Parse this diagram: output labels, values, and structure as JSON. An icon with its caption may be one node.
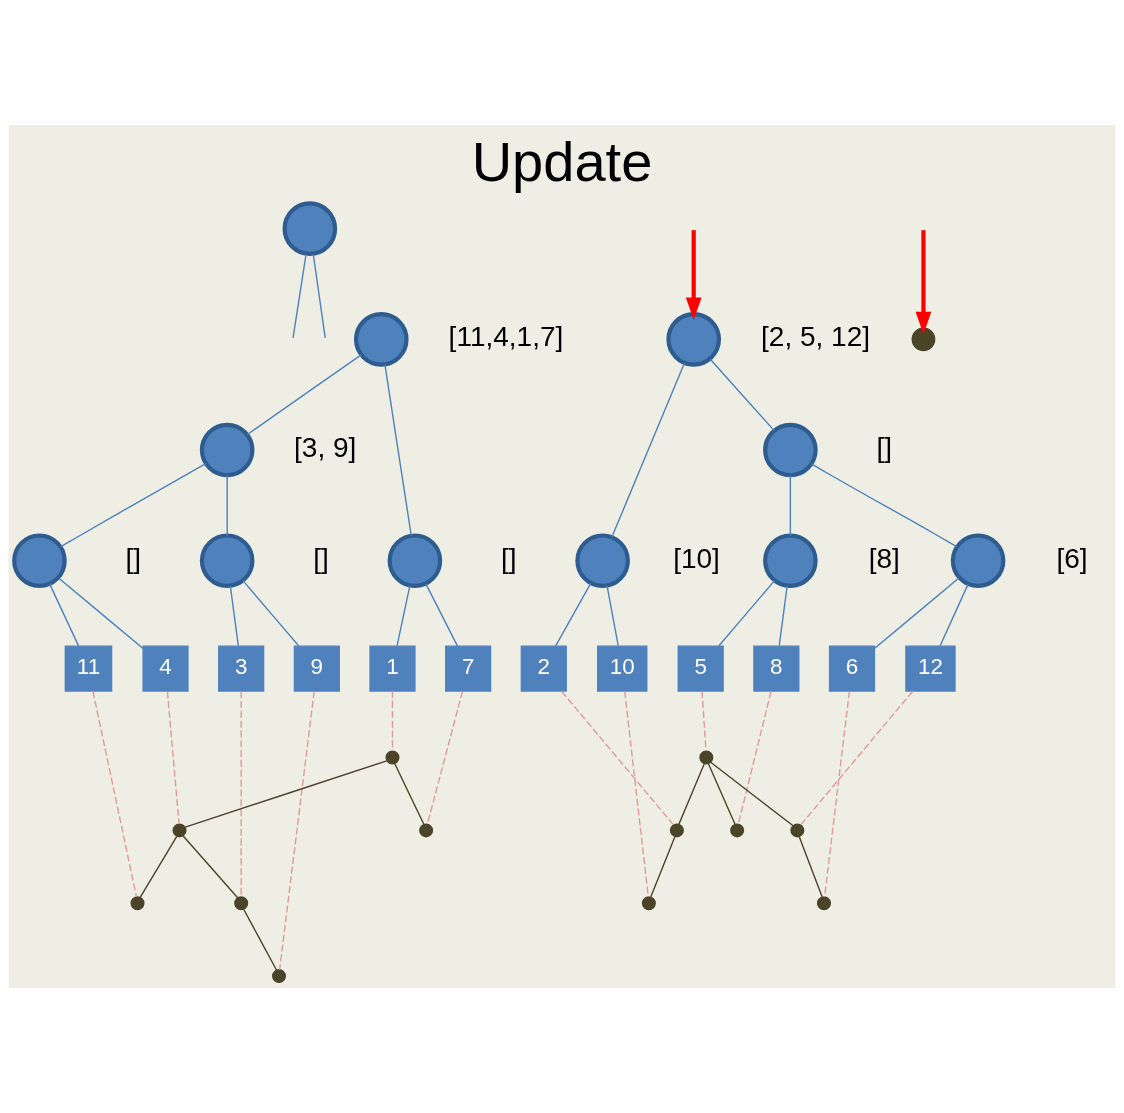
{
  "diagram": {
    "title": "Update",
    "nodes": [
      {
        "text": [],
        "shape": "circle"
      },
      {
        "text": [],
        "shape": "circle",
        "beside": [
          "[11,4,1,7]"
        ]
      },
      {
        "text": [],
        "shape": "circle",
        "beside": [
          "[3, 9]"
        ]
      },
      {
        "text": [],
        "shape": "circle",
        "beside": [
          "[]"
        ]
      },
      {
        "text": [],
        "shape": "circle",
        "beside": [
          "[]"
        ]
      },
      {
        "text": [],
        "shape": "circle",
        "beside": [
          "[]"
        ]
      },
      {
        "text": [],
        "shape": "circle",
        "beside": [
          "[2, 5, 12]"
        ]
      },
      {
        "text": [],
        "shape": "circle",
        "beside": [
          "[10]"
        ]
      },
      {
        "text": [],
        "shape": "circle",
        "beside": [
          "[]"
        ]
      },
      {
        "text": [],
        "shape": "circle",
        "beside": [
          "[8]"
        ]
      },
      {
        "text": [],
        "shape": "circle",
        "beside": [
          "[6]"
        ]
      },
      {
        "text": [
          "11"
        ]
      },
      {
        "text": [
          "4"
        ]
      },
      {
        "text": [
          "3"
        ]
      },
      {
        "text": [
          "9"
        ]
      },
      {
        "text": [
          "1"
        ]
      },
      {
        "text": [
          "7"
        ]
      },
      {
        "text": [
          "2"
        ]
      },
      {
        "text": [
          "10"
        ]
      },
      {
        "text": [
          "5"
        ]
      },
      {
        "text": [
          "8"
        ]
      },
      {
        "text": [
          "6"
        ]
      },
      {
        "text": [
          "12"
        ]
      },
      {
        "text": [],
        "shape": "circle"
      },
      {
        "text": [],
        "shape": "circle"
      },
      {
        "text": [],
        "shape": "circle"
      },
      {
        "text": [],
        "shape": "circle"
      },
      {
        "text": [],
        "shape": "circle"
      },
      {
        "text": [],
        "shape": "circle"
      },
      {
        "text": [],
        "shape": "circle"
      },
      {
        "text": [],
        "shape": "circle"
      },
      {
        "text": [],
        "shape": "circle"
      },
      {
        "text": [],
        "shape": "circle"
      },
      {
        "text": [],
        "shape": "circle"
      },
      {
        "text": [],
        "shape": "circle"
      },
      {
        "text": [],
        "shape": "circle"
      }
    ],
    "edges": [
      {
        "from": 0,
        "to": null,
        "arrow": "none"
      },
      {
        "from": 0,
        "to": null,
        "arrow": "none"
      },
      {
        "from": 1,
        "to": 2,
        "arrow": "none"
      },
      {
        "from": 1,
        "to": 3,
        "arrow": "none"
      },
      {
        "from": 2,
        "to": 4,
        "arrow": "none"
      },
      {
        "from": 2,
        "to": 5,
        "arrow": "none"
      },
      {
        "from": 4,
        "to": 11,
        "arrow": "none"
      },
      {
        "from": 4,
        "to": 12,
        "arrow": "none"
      },
      {
        "from": 5,
        "to": 13,
        "arrow": "none"
      },
      {
        "from": 5,
        "to": 14,
        "arrow": "none"
      },
      {
        "from": 3,
        "to": 15,
        "arrow": "none"
      },
      {
        "from": 3,
        "to": 16,
        "arrow": "none"
      },
      {
        "from": 6,
        "to": 7,
        "arrow": "none"
      },
      {
        "from": 6,
        "to": 8,
        "arrow": "none"
      },
      {
        "from": 7,
        "to": 17,
        "arrow": "none"
      },
      {
        "from": 7,
        "to": 18,
        "arrow": "none"
      },
      {
        "from": 8,
        "to": 9,
        "arrow": "none"
      },
      {
        "from": 8,
        "to": 10,
        "arrow": "none"
      },
      {
        "from": 9,
        "to": 19,
        "arrow": "none"
      },
      {
        "from": 9,
        "to": 20,
        "arrow": "none"
      },
      {
        "from": 10,
        "to": 21,
        "arrow": "none"
      },
      {
        "from": 10,
        "to": 22,
        "arrow": "none"
      },
      {
        "from": 11,
        "to": 23,
        "arrow": "none",
        "style": "dashed",
        "color": "#e09a9a"
      },
      {
        "from": 12,
        "to": 24,
        "arrow": "none",
        "style": "dashed",
        "color": "#e09a9a"
      },
      {
        "from": 13,
        "to": 25,
        "arrow": "none",
        "style": "dashed",
        "color": "#e09a9a"
      },
      {
        "from": 14,
        "to": 26,
        "arrow": "none",
        "style": "dashed",
        "color": "#e09a9a"
      },
      {
        "from": 15,
        "to": 27,
        "arrow": "none",
        "style": "dashed",
        "color": "#e09a9a"
      },
      {
        "from": 16,
        "to": 28,
        "arrow": "none",
        "style": "dashed",
        "color": "#e09a9a"
      },
      {
        "from": 17,
        "to": 29,
        "arrow": "none",
        "style": "dashed",
        "color": "#e09a9a"
      },
      {
        "from": 18,
        "to": 30,
        "arrow": "none",
        "style": "dashed",
        "color": "#e09a9a"
      },
      {
        "from": 19,
        "to": 31,
        "arrow": "none",
        "style": "dashed",
        "color": "#e09a9a"
      },
      {
        "from": 20,
        "to": 32,
        "arrow": "none",
        "style": "dashed",
        "color": "#e09a9a"
      },
      {
        "from": 21,
        "to": 33,
        "arrow": "none",
        "style": "dashed",
        "color": "#e09a9a"
      },
      {
        "from": 22,
        "to": 34,
        "arrow": "none",
        "style": "dashed",
        "color": "#e09a9a"
      },
      {
        "from": 27,
        "to": 24,
        "arrow": "none",
        "color": "#4a4428"
      },
      {
        "from": 27,
        "to": 28,
        "arrow": "none",
        "color": "#4a4428"
      },
      {
        "from": 24,
        "to": 23,
        "arrow": "none",
        "color": "#4a4428"
      },
      {
        "from": 24,
        "to": 25,
        "arrow": "none",
        "color": "#4a4428"
      },
      {
        "from": 25,
        "to": 26,
        "arrow": "none",
        "color": "#4a4428"
      },
      {
        "from": 31,
        "to": 29,
        "arrow": "none",
        "color": "#4a4428"
      },
      {
        "from": 29,
        "to": 30,
        "arrow": "none",
        "color": "#4a4428"
      },
      {
        "from": 31,
        "to": 32,
        "arrow": "none",
        "color": "#4a4428"
      },
      {
        "from": 31,
        "to": 34,
        "arrow": "none",
        "color": "#4a4428"
      },
      {
        "from": 34,
        "to": 33,
        "arrow": "none",
        "color": "#4a4428"
      },
      {
        "from": null,
        "to": 6,
        "arrow": "to",
        "style": "thick",
        "color": "#ff0000"
      },
      {
        "from": null,
        "to": 35,
        "arrow": "to",
        "style": "thick",
        "color": "#ff0000"
      }
    ]
  }
}
